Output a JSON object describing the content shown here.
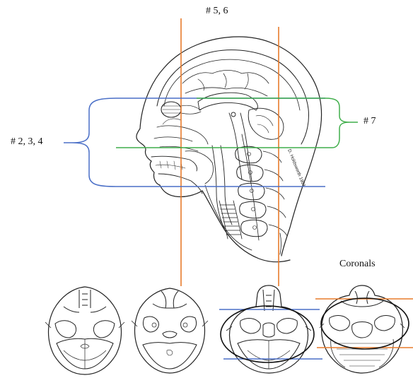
{
  "labels": {
    "sagittal_levels_top": "# 5, 6",
    "axial_levels_left": "# 2, 3, 4",
    "axial_level_right": "# 7",
    "coronal_caption": "Coronals",
    "artist_signature": "D. Holdsworth 1991"
  },
  "colors": {
    "orange_line": "#e87b2c",
    "blue_line": "#4a6fc7",
    "green_line": "#3fae4a",
    "drawing_ink": "#222222",
    "bracket_blue": "#4a6fc7",
    "bracket_green": "#3fae4a"
  },
  "figures": {
    "sagittal": "head-sagittal-section-drawing",
    "axial_1": "axial-skull-base-drawing-1",
    "axial_2": "axial-skull-base-drawing-2",
    "axial_3": "axial-skull-base-drawing-3",
    "axial_4": "axial-skull-base-drawing-4"
  }
}
